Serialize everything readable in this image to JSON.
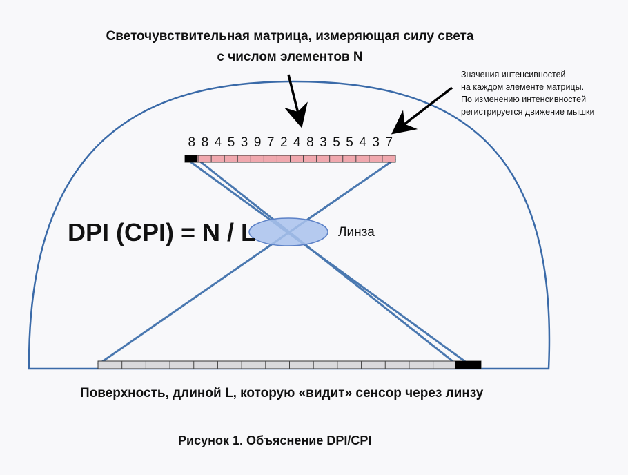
{
  "title": {
    "line1": "Светочувствительная матрица, измеряющая силу света",
    "line2": "с числом элементов N"
  },
  "note": {
    "lines": [
      "Значения интенсивностей",
      "на каждом элементе матрицы.",
      "По изменению интенсивностей",
      "регистрируется движение мышки"
    ]
  },
  "sensor_values": [
    "8",
    "8",
    "4",
    "5",
    "3",
    "9",
    "7",
    "2",
    "4",
    "8",
    "3",
    "5",
    "5",
    "4",
    "3",
    "7"
  ],
  "formula": "DPI (CPI) = N / L",
  "lens_label": "Линза",
  "surface_label": "Поверхность, длиной L, которую «видит» сенсор через линзу",
  "caption": "Рисунок 1. Объяснение DPI/CPI",
  "colors": {
    "outline": "#3a6aa8",
    "ray": "#4a78b0",
    "sensor_fill": "#f0a8ae",
    "surface_fill": "#d9d9dc",
    "lens_fill": "#a9c2ec",
    "lens_stroke": "#5d82c7",
    "element_black": "#000000",
    "arrow": "#000000"
  }
}
